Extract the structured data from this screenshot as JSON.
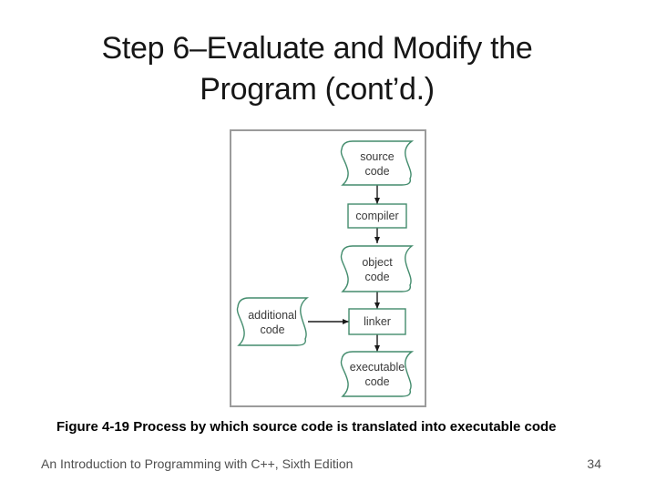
{
  "slide": {
    "title_line1": "Step 6–Evaluate and Modify the",
    "title_line2": "Program (cont’d.)",
    "caption": "Figure 4-19 Process by which source code is translated into executable code",
    "footer_text": "An Introduction to Programming with C++, Sixth Edition",
    "page_number": "34"
  },
  "diagram": {
    "nodes": {
      "source": {
        "line1": "source",
        "line2": "code"
      },
      "compiler": {
        "label": "compiler"
      },
      "object": {
        "line1": "object",
        "line2": "code"
      },
      "additional": {
        "line1": "additional",
        "line2": "code"
      },
      "linker": {
        "label": "linker"
      },
      "executable": {
        "line1": "executable",
        "line2": "code"
      }
    },
    "colors": {
      "node_outline": "#438c6d",
      "panel_border": "#9b9b9b",
      "arrow": "#1a1a1a",
      "node_text": "#3a3a3a"
    }
  }
}
